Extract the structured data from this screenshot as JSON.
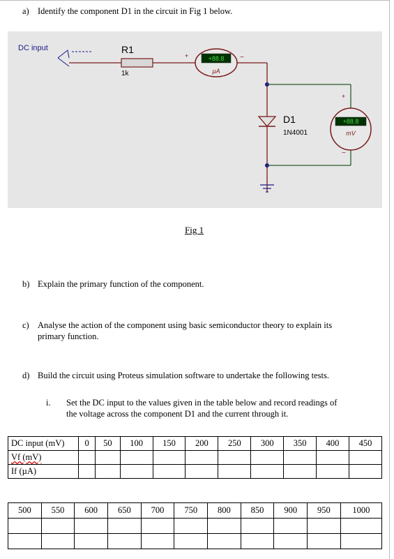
{
  "questions": {
    "a": {
      "label": "a)",
      "text": "Identify the component D1 in the circuit in Fig 1 below."
    },
    "b": {
      "label": "b)",
      "text": "Explain the primary function of the component."
    },
    "c": {
      "label": "c)",
      "line1": "Analyse the action of the component using basic semiconductor theory to explain its",
      "line2": "primary function."
    },
    "d": {
      "label": "d)",
      "text": "Build the circuit using Proteus simulation software to undertake the following tests."
    },
    "d_i": {
      "label": "i.",
      "line1": "Set the DC input to the values given in the table below and record readings of",
      "line2": "the voltage across the component D1 and the current through it."
    }
  },
  "circuit": {
    "dc_input_label": "DC input",
    "resistor_name": "R1",
    "resistor_value": "1k",
    "ammeter_display": "+88.8",
    "ammeter_unit": "µA",
    "voltmeter_display": "+88.8",
    "voltmeter_unit": "mV",
    "diode_name": "D1",
    "diode_part": "1N4001",
    "plus_sign": "+",
    "minus_sign": "−"
  },
  "figure_caption": "Fig 1",
  "table1": {
    "header_label": "DC input (mV)",
    "inputs": [
      "0",
      "50",
      "100",
      "150",
      "200",
      "250",
      "300",
      "350",
      "400",
      "450"
    ],
    "row_vf": "Vf (mV)",
    "row_if": "If (µA)"
  },
  "table2": {
    "inputs": [
      "500",
      "550",
      "600",
      "650",
      "700",
      "750",
      "800",
      "850",
      "900",
      "950",
      "1000"
    ]
  }
}
